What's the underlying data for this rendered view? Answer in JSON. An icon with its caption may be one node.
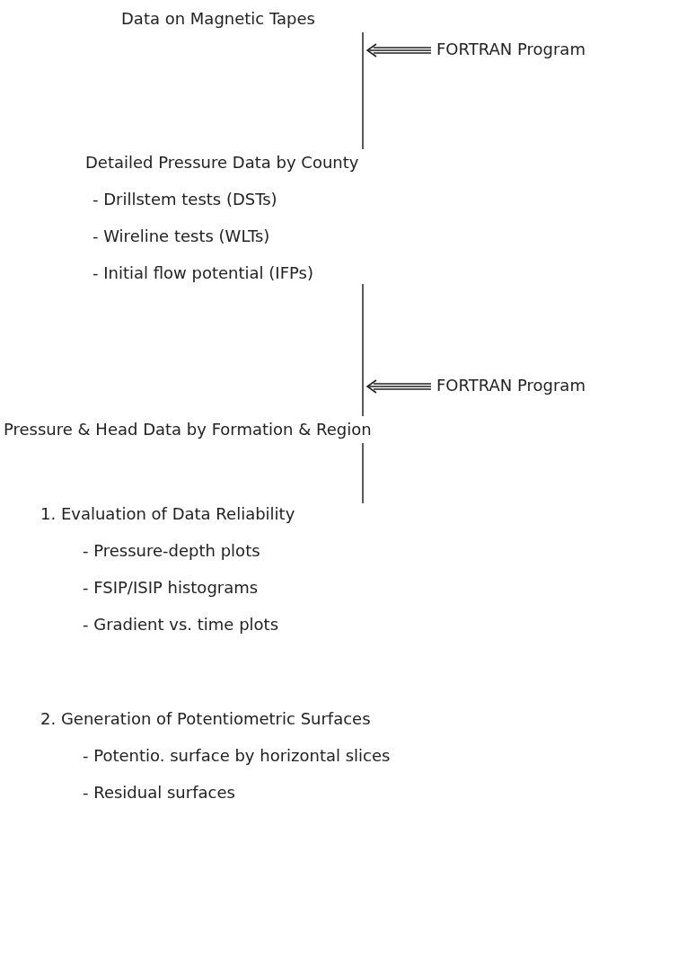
{
  "diagram": {
    "nodes": [
      {
        "text": [
          "Data on Magnetic Tapes"
        ]
      },
      {
        "text": [
          "FORTRAN Program"
        ]
      },
      {
        "text": [
          "Detailed Pressure Data by County",
          "- Drillstem tests (DSTs)",
          "- Wireline tests (WLTs)",
          "- Initial flow potential (IFPs)"
        ]
      },
      {
        "text": [
          "FORTRAN Program"
        ]
      },
      {
        "text": [
          "Pressure & Head Data by Formation & Region"
        ]
      },
      {
        "text": [
          "1. Evaluation of Data Reliability",
          "- Pressure-depth plots",
          "- FSIP/ISIP histograms",
          "- Gradient vs. time plots",
          "2. Generation of Potentiometric Surfaces",
          "- Potentio. surface by horizontal slices",
          "- Residual surfaces"
        ]
      }
    ],
    "edges": [
      {
        "from": 0,
        "to": 2,
        "arrow": "none"
      },
      {
        "from": 1,
        "to": null,
        "arrow": "to"
      },
      {
        "from": 2,
        "to": 4,
        "arrow": "none"
      },
      {
        "from": 3,
        "to": null,
        "arrow": "to"
      },
      {
        "from": 4,
        "to": 5,
        "arrow": "none"
      }
    ]
  }
}
